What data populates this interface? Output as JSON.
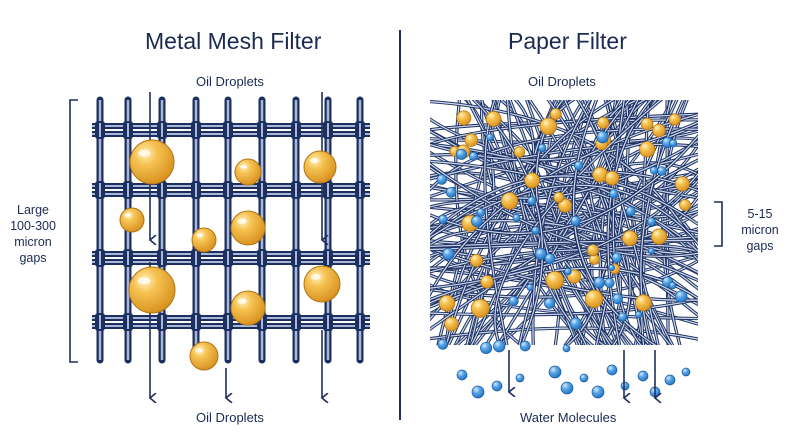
{
  "mesh": {
    "title": "Metal Mesh Filter",
    "top_label": "Oil Droplets",
    "bottom_label": "Oil Droplets",
    "gap_label_lines": [
      "Large",
      "100-300",
      "micron",
      "gaps"
    ]
  },
  "paper": {
    "title": "Paper Filter",
    "top_label": "Oil Droplets",
    "bottom_label": "Water Molecules",
    "gap_label_lines": [
      "5-15",
      "micron",
      "gaps"
    ]
  },
  "colors": {
    "navy": "#1c2f5e",
    "wire_light": "#a9b7d8",
    "oil": "#f2b13e",
    "oil_dark": "#d18a1c",
    "water": "#3d8fd6",
    "fiber": "#7f93c2"
  }
}
